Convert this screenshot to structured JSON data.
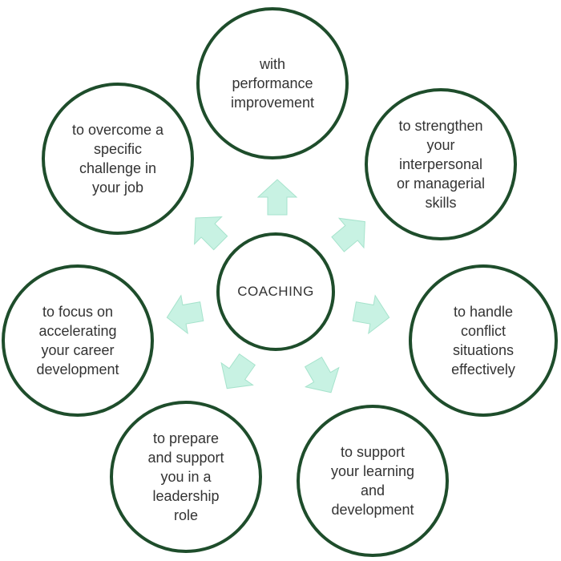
{
  "diagram": {
    "center": {
      "label": "COACHING"
    },
    "outcomes": [
      {
        "id": "performance",
        "text": "with\nperformance\nimprovement"
      },
      {
        "id": "interpersonal",
        "text": "to strengthen\nyour\ninterpersonal\nor managerial\nskills"
      },
      {
        "id": "conflict",
        "text": "to handle\nconflict\nsituations\neffectively"
      },
      {
        "id": "learning",
        "text": "to support\nyour learning\nand\ndevelopment"
      },
      {
        "id": "leadership",
        "text": "to prepare\nand support\nyou in a\nleadership\nrole"
      },
      {
        "id": "career",
        "text": "to focus on\naccelerating\nyour career\ndevelopment"
      },
      {
        "id": "challenge",
        "text": "to overcome a\nspecific\nchallenge in\nyour job"
      }
    ]
  },
  "colors": {
    "circle_border": "#1e4d2b",
    "arrow_fill": "#c8f2e3",
    "text": "#333333"
  }
}
